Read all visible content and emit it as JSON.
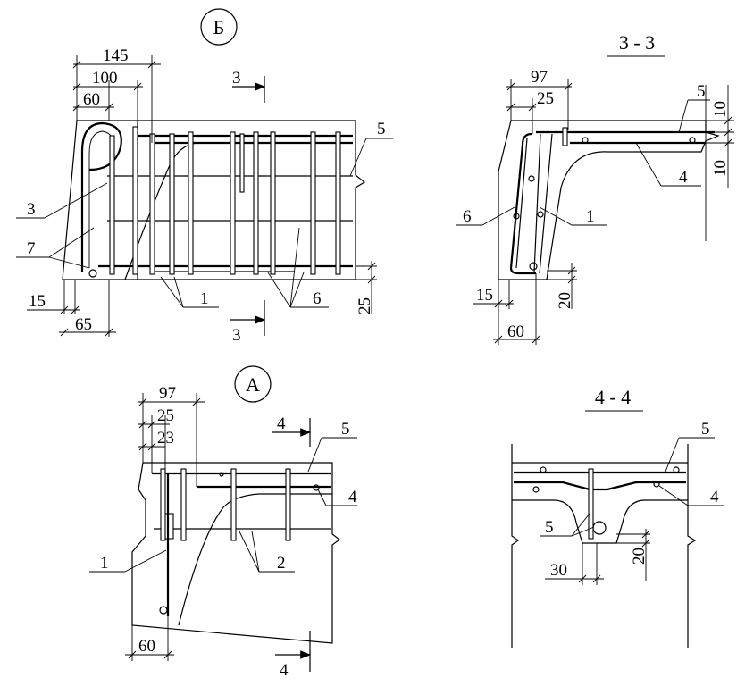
{
  "views": {
    "B": {
      "marker": "Б",
      "dims": {
        "d145": "145",
        "d100": "100",
        "d60": "60",
        "d15": "15",
        "d65": "65",
        "d25": "25"
      },
      "section_mark": "3",
      "callouts": {
        "c3": "3",
        "c7": "7",
        "c1": "1",
        "c6": "6",
        "c5": "5"
      }
    },
    "S33": {
      "title": "3 - 3",
      "dims": {
        "d97": "97",
        "d25": "25",
        "d10a": "10",
        "d10b": "10",
        "d15": "15",
        "d60": "60",
        "d20": "20"
      },
      "callouts": {
        "c5": "5",
        "c4": "4",
        "c6": "6",
        "c1": "1"
      }
    },
    "A": {
      "marker": "А",
      "dims": {
        "d97": "97",
        "d25": "25",
        "d23": "23",
        "d60": "60"
      },
      "section_mark": "4",
      "callouts": {
        "c5": "5",
        "c4": "4",
        "c1": "1",
        "c2": "2"
      }
    },
    "S44": {
      "title": "4 - 4",
      "dims": {
        "d30": "30",
        "d20": "20"
      },
      "callouts": {
        "c5a": "5",
        "c4": "4",
        "c5b": "5"
      }
    }
  }
}
